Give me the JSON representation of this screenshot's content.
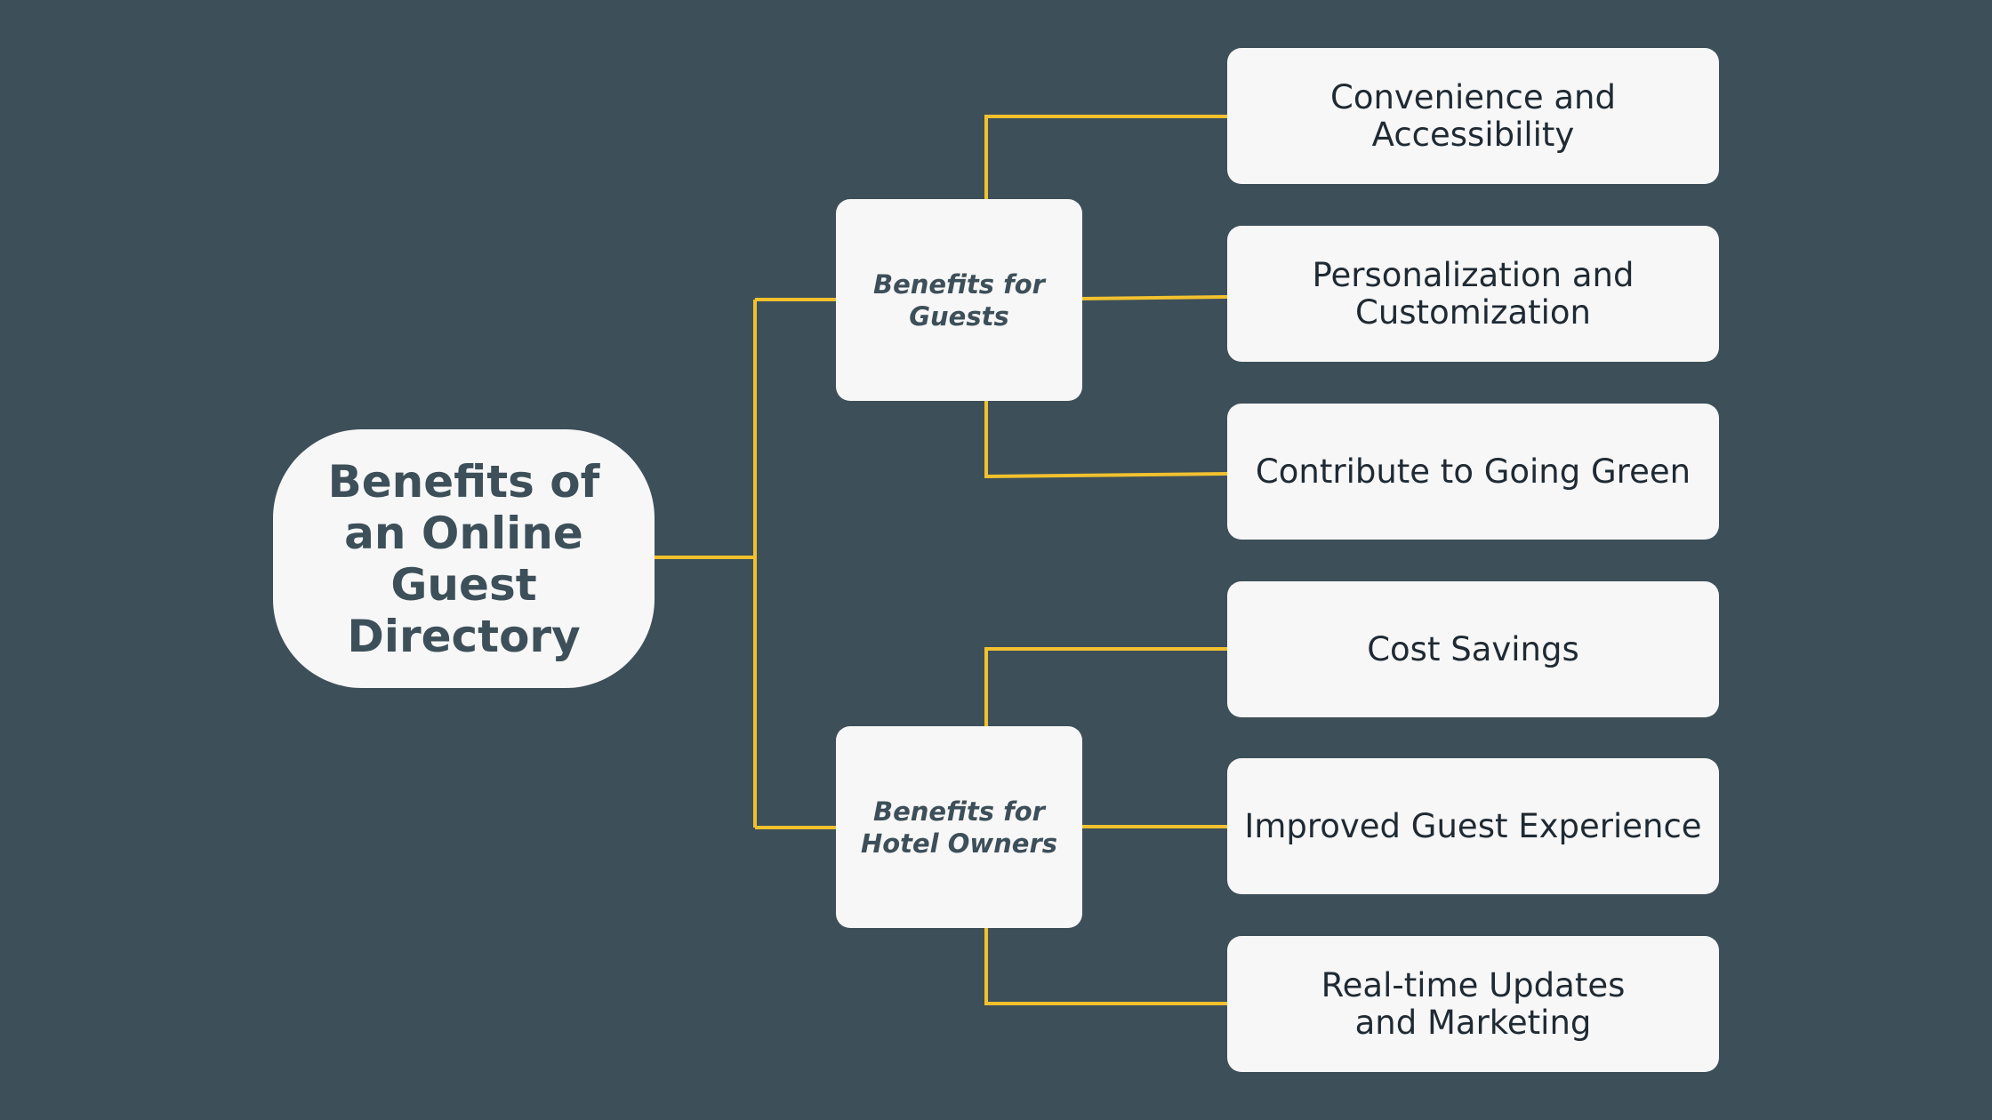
{
  "colors": {
    "background": "#3d4f59",
    "connector": "#f2c12e",
    "node": "#f7f7f7",
    "text": "#3d4f59"
  },
  "root": {
    "label": "Benefits of an Online Guest Directory"
  },
  "branches": [
    {
      "label": "Benefits for Guests",
      "children": [
        "Convenience and Accessibility",
        "Personalization and Customization",
        "Contribute to Going Green"
      ]
    },
    {
      "label": "Benefits for Hotel Owners",
      "children": [
        "Cost Savings",
        "Improved Guest Experience",
        "Real-time Updates and Marketing"
      ]
    }
  ]
}
